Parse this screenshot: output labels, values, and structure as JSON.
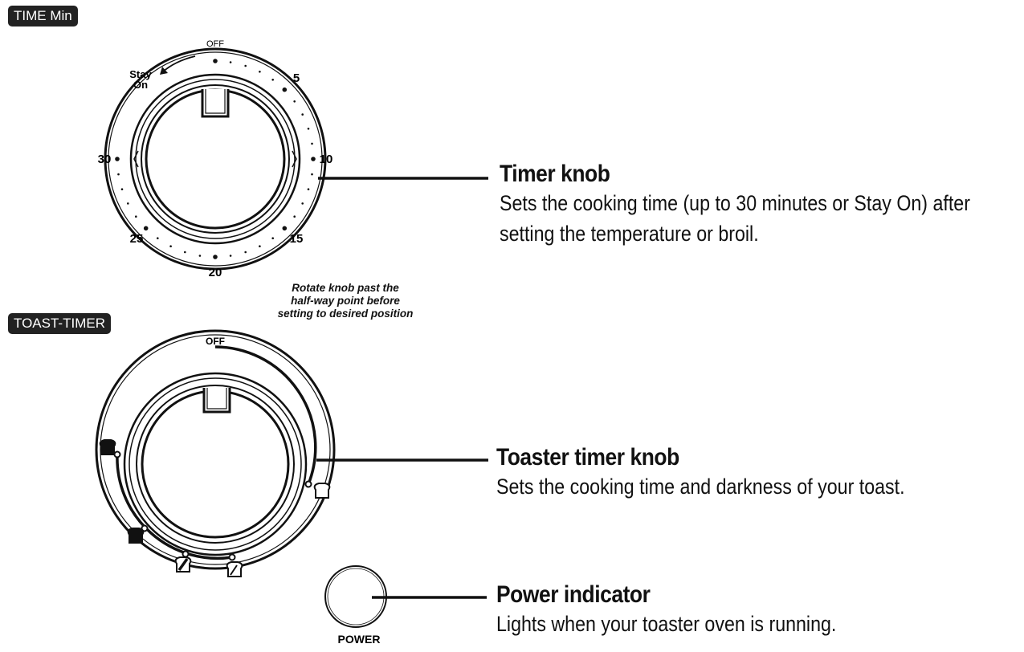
{
  "panels": {
    "time_label": "TIME Min",
    "toast_label": "TOAST-TIMER"
  },
  "timer_dial": {
    "off": "OFF",
    "stay_on": [
      "Stay",
      "On"
    ],
    "numbers": [
      "5",
      "10",
      "15",
      "20",
      "25",
      "30"
    ]
  },
  "toast_dial": {
    "off": "OFF"
  },
  "note": [
    "Rotate knob past the",
    "half-way point before",
    "setting to desired position"
  ],
  "power_label": "POWER",
  "callouts": {
    "timer": {
      "title": "Timer knob",
      "desc": [
        "Sets the cooking time (up to 30 minutes or Stay On) after",
        "setting the temperature or broil."
      ]
    },
    "toaster": {
      "title": "Toaster timer knob",
      "desc": [
        "Sets the cooking time and darkness of your toast."
      ]
    },
    "power": {
      "title": "Power indicator",
      "desc": [
        "Lights when your toaster oven is running."
      ]
    }
  },
  "colors": {
    "ink": "#111111",
    "label_bg": "#222222"
  }
}
